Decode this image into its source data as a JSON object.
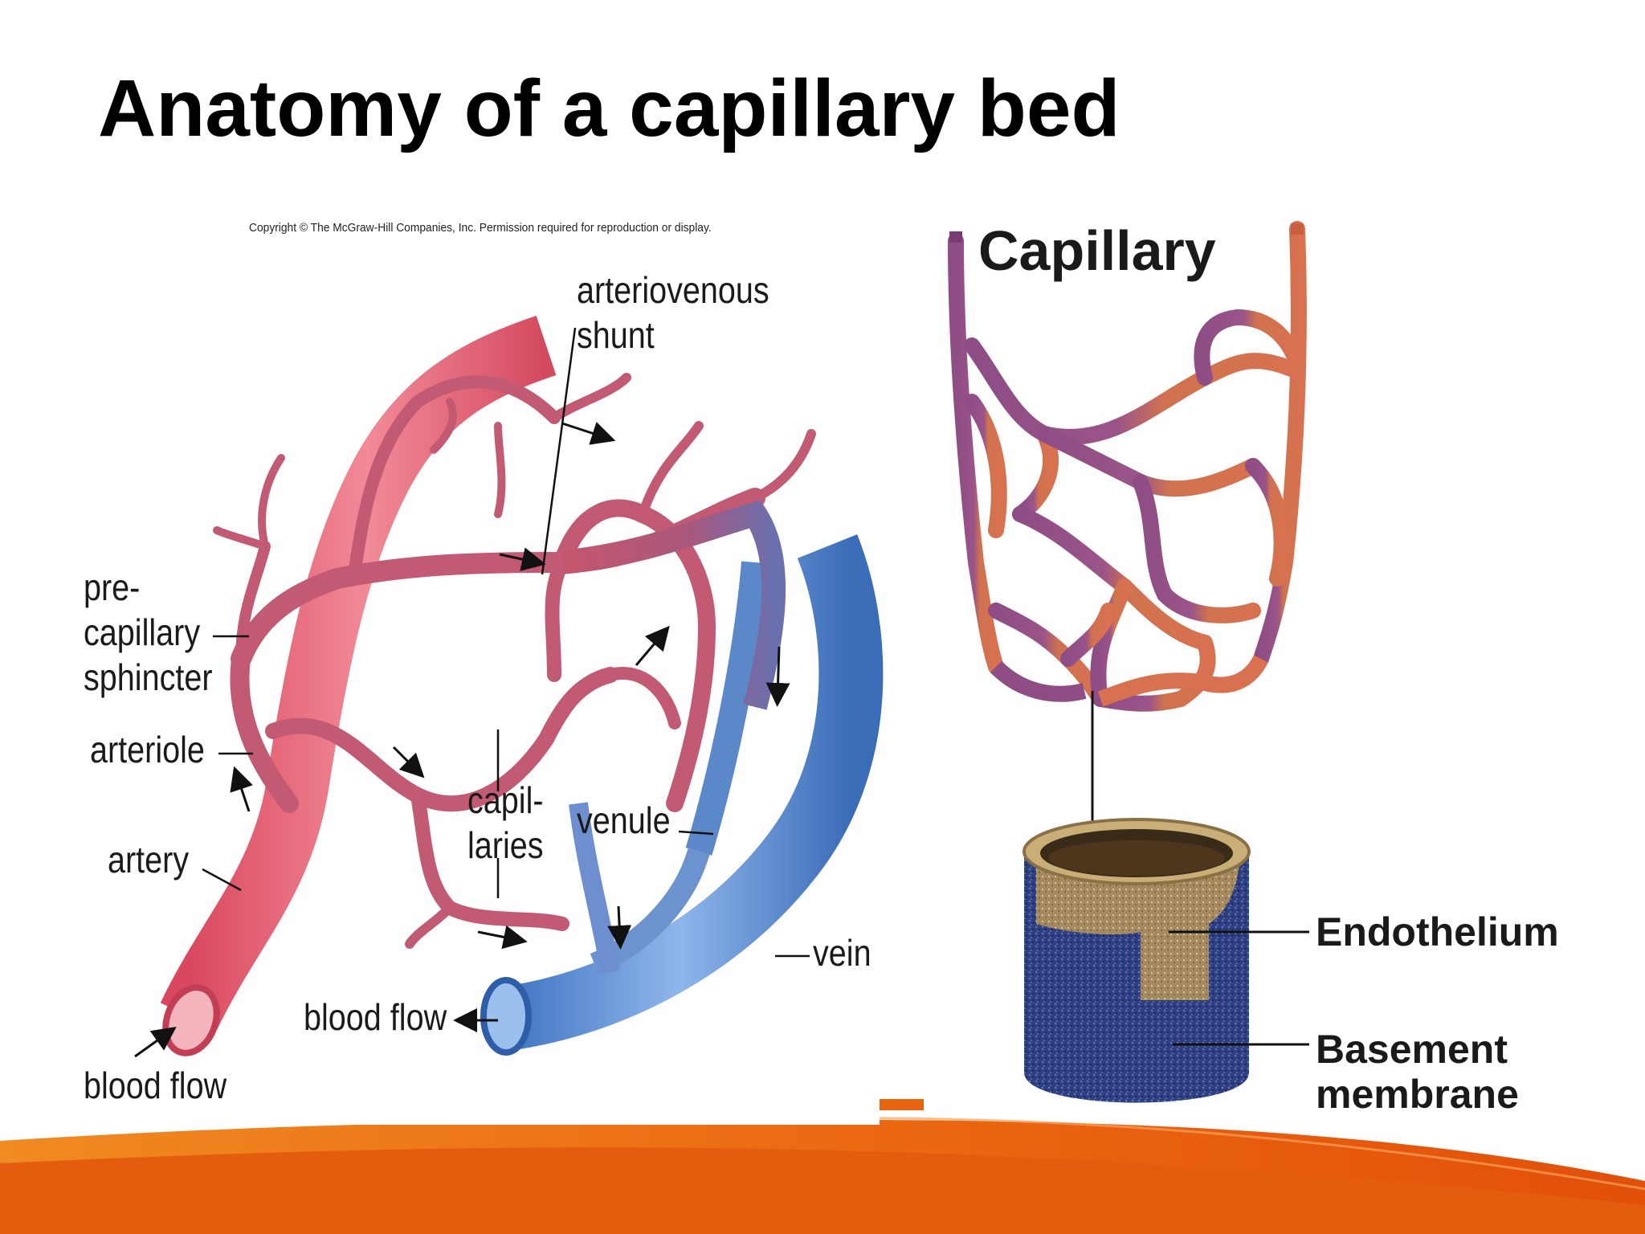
{
  "slide": {
    "title": "Anatomy of a capillary bed",
    "copyright": "Copyright © The McGraw-Hill Companies, Inc. Permission required for reproduction or display."
  },
  "left_diagram": {
    "labels": {
      "arteriovenous_shunt_1": "arteriovenous",
      "arteriovenous_shunt_2": "shunt",
      "precapillary_1": "pre-",
      "precapillary_2": "capillary",
      "precapillary_3": "sphincter",
      "arteriole": "arteriole",
      "artery": "artery",
      "capillaries_1": "capil-",
      "capillaries_2": "laries",
      "venule": "venule",
      "vein": "vein",
      "blood_flow_out": "blood flow",
      "blood_flow_in": "blood flow"
    }
  },
  "right_diagram": {
    "title": "Capillary",
    "labels": {
      "endothelium": "Endothelium",
      "basement_1": "Basement",
      "basement_2": "membrane"
    }
  },
  "colors": {
    "artery": "#e0556a",
    "arteriole": "#c2566f",
    "vein": "#4f86cf",
    "capillary_purple": "#8b4d82",
    "capillary_orange": "#d97050",
    "footer_orange": "#e8600d",
    "endothelium": "#a58a5c",
    "basement": "#283a78"
  }
}
